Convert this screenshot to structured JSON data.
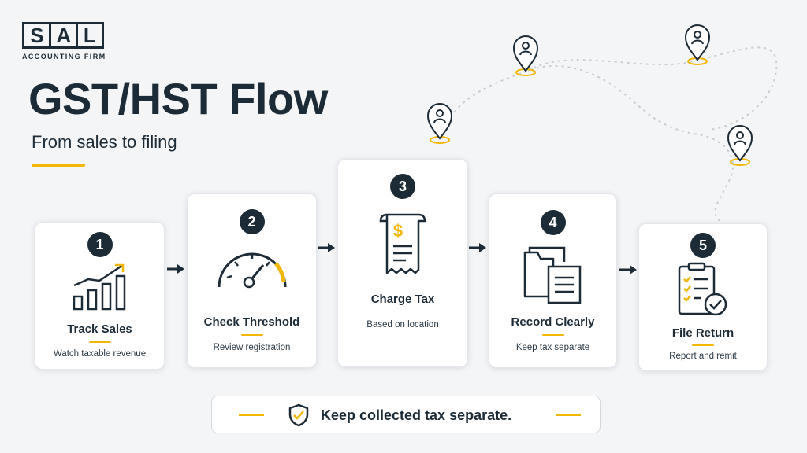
{
  "logo": {
    "letters": [
      "S",
      "A",
      "L"
    ],
    "subtitle": "ACCOUNTING FIRM"
  },
  "title": "GST/HST Flow",
  "subtitle": "From sales to filing",
  "colors": {
    "navy": "#1c2b36",
    "accent": "#f2b705",
    "background": "#f4f5f7",
    "card": "#ffffff"
  },
  "steps": [
    {
      "number": "1",
      "title": "Track Sales",
      "description": "Watch taxable revenue",
      "icon": "bar-chart-icon"
    },
    {
      "number": "2",
      "title": "Check Threshold",
      "description": "Review registration",
      "icon": "gauge-icon"
    },
    {
      "number": "3",
      "title": "Charge Tax",
      "description": "Based on location",
      "icon": "receipt-icon"
    },
    {
      "number": "4",
      "title": "Record Clearly",
      "description": "Keep tax separate",
      "icon": "folder-document-icon"
    },
    {
      "number": "5",
      "title": "File Return",
      "description": "Report and remit",
      "icon": "checklist-icon"
    }
  ],
  "banner": {
    "text": "Keep collected tax separate.",
    "icon": "shield-check-icon"
  },
  "decorations": {
    "pins": [
      "location-pin-icon",
      "location-pin-icon",
      "location-pin-icon",
      "location-pin-icon"
    ]
  }
}
